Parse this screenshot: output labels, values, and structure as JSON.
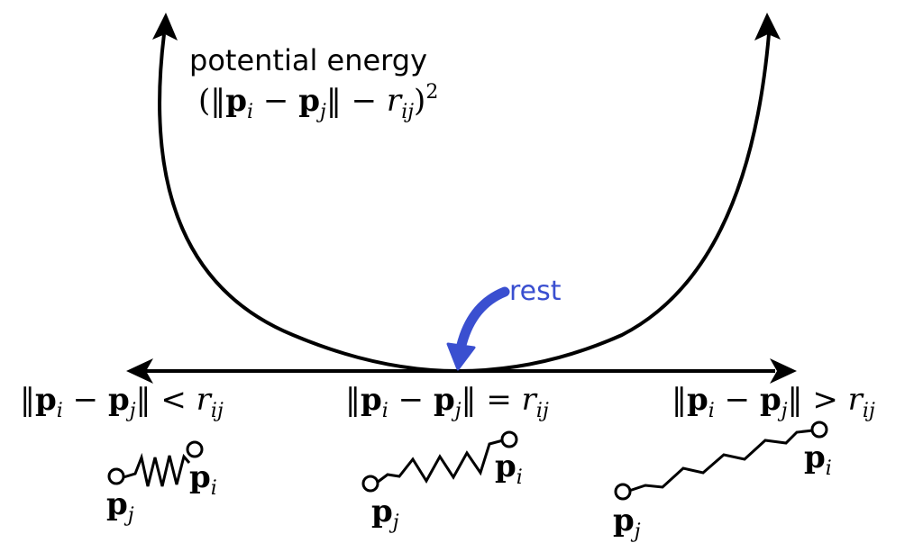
{
  "energy": {
    "title": "potential energy",
    "formula": "(‖pᵢ − pⱼ‖ − rᵢⱼ)²"
  },
  "rest_label": "rest",
  "accent_color": "#3a4fd0",
  "conditions": {
    "compressed": "‖pᵢ − pⱼ‖ < rᵢⱼ",
    "equal": "‖pᵢ − pⱼ‖ = rᵢⱼ",
    "stretched": "‖pᵢ − pⱼ‖ > rᵢⱼ"
  },
  "points": {
    "pi": "pᵢ",
    "pj": "pⱼ"
  }
}
